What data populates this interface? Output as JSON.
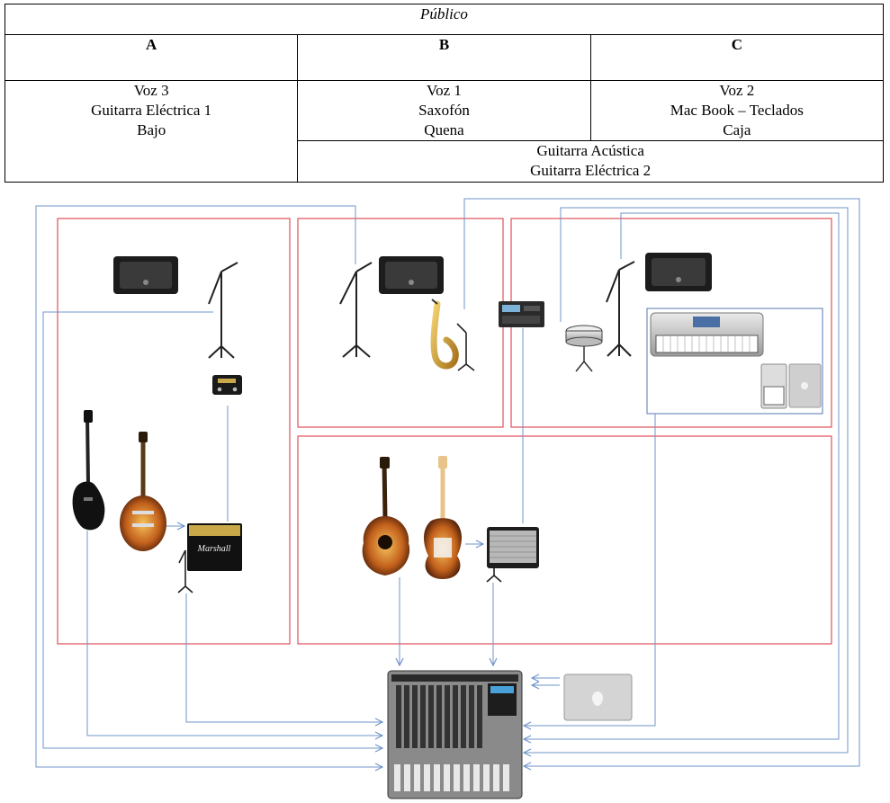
{
  "stage": {
    "audience": "Público",
    "zones": [
      {
        "letter": "A",
        "lines": [
          "Voz 3",
          "Guitarra Eléctrica 1",
          "Bajo"
        ]
      },
      {
        "letter": "B",
        "lines": [
          "Voz 1",
          "Saxofón",
          "Quena"
        ]
      },
      {
        "letter": "C",
        "lines": [
          "Voz 2",
          "Mac Book – Teclados",
          "Caja"
        ]
      }
    ],
    "shared": [
      "Guitarra Acústica",
      "Guitarra Eléctrica 2"
    ]
  },
  "colors": {
    "zone_border": "#e0505a",
    "cable": "#6f94c9",
    "box_border": "#5677b3"
  },
  "equipment": {
    "amp_brand": "Marshall",
    "icons": [
      "stage-monitor-icon",
      "mic-stand-icon",
      "saxophone-icon",
      "bass-guitar-icon",
      "electric-guitar-icon",
      "acoustic-guitar-icon",
      "guitar-amp-icon",
      "pedal-icon",
      "snare-drum-icon",
      "keyboard-icon",
      "laptop-icon",
      "mixer-icon",
      "effects-unit-icon"
    ]
  }
}
